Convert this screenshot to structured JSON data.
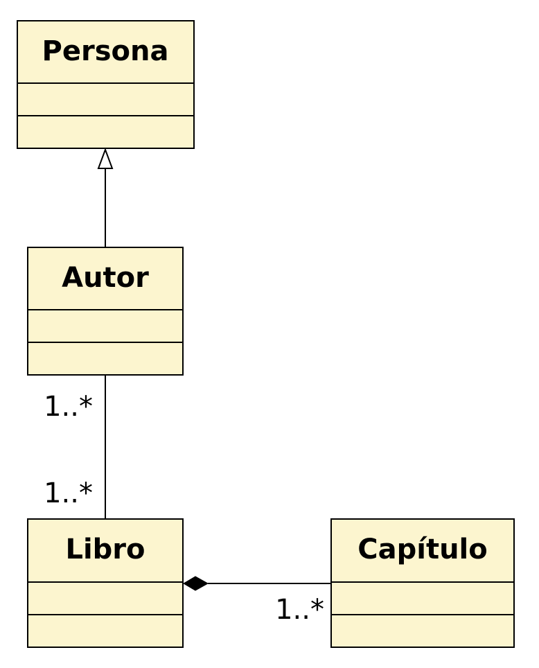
{
  "colors": {
    "class_fill": "#fcf5cf",
    "stroke": "#000000",
    "background": "#ffffff"
  },
  "classes": [
    {
      "id": "persona",
      "name": "Persona"
    },
    {
      "id": "autor",
      "name": "Autor"
    },
    {
      "id": "libro",
      "name": "Libro"
    },
    {
      "id": "capitulo",
      "name": "Capítulo"
    }
  ],
  "relations": [
    {
      "type": "generalization",
      "from": "Autor",
      "to": "Persona"
    },
    {
      "type": "association",
      "from": "Autor",
      "to": "Libro",
      "from_multiplicity": "1..*",
      "to_multiplicity": "1..*"
    },
    {
      "type": "composition",
      "whole": "Libro",
      "part": "Capítulo",
      "part_multiplicity": "1..*"
    }
  ]
}
